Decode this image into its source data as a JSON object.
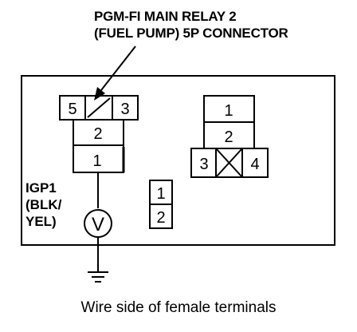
{
  "title": {
    "line1": "PGM-FI MAIN RELAY 2",
    "line2": "(FUEL PUMP) 5P CONNECTOR"
  },
  "left_connector": {
    "pin_5": "5",
    "pin_3": "3",
    "pin_2": "2",
    "pin_1": "1"
  },
  "right_connector": {
    "pin_1": "1",
    "pin_2": "2",
    "pin_3": "3",
    "pin_4": "4"
  },
  "small_connector": {
    "pin_1": "1",
    "pin_2": "2"
  },
  "wire_label": {
    "line1": "IGP1",
    "line2": "(BLK/",
    "line3": "YEL)"
  },
  "voltmeter_symbol": "V",
  "caption": "Wire side of female terminals"
}
